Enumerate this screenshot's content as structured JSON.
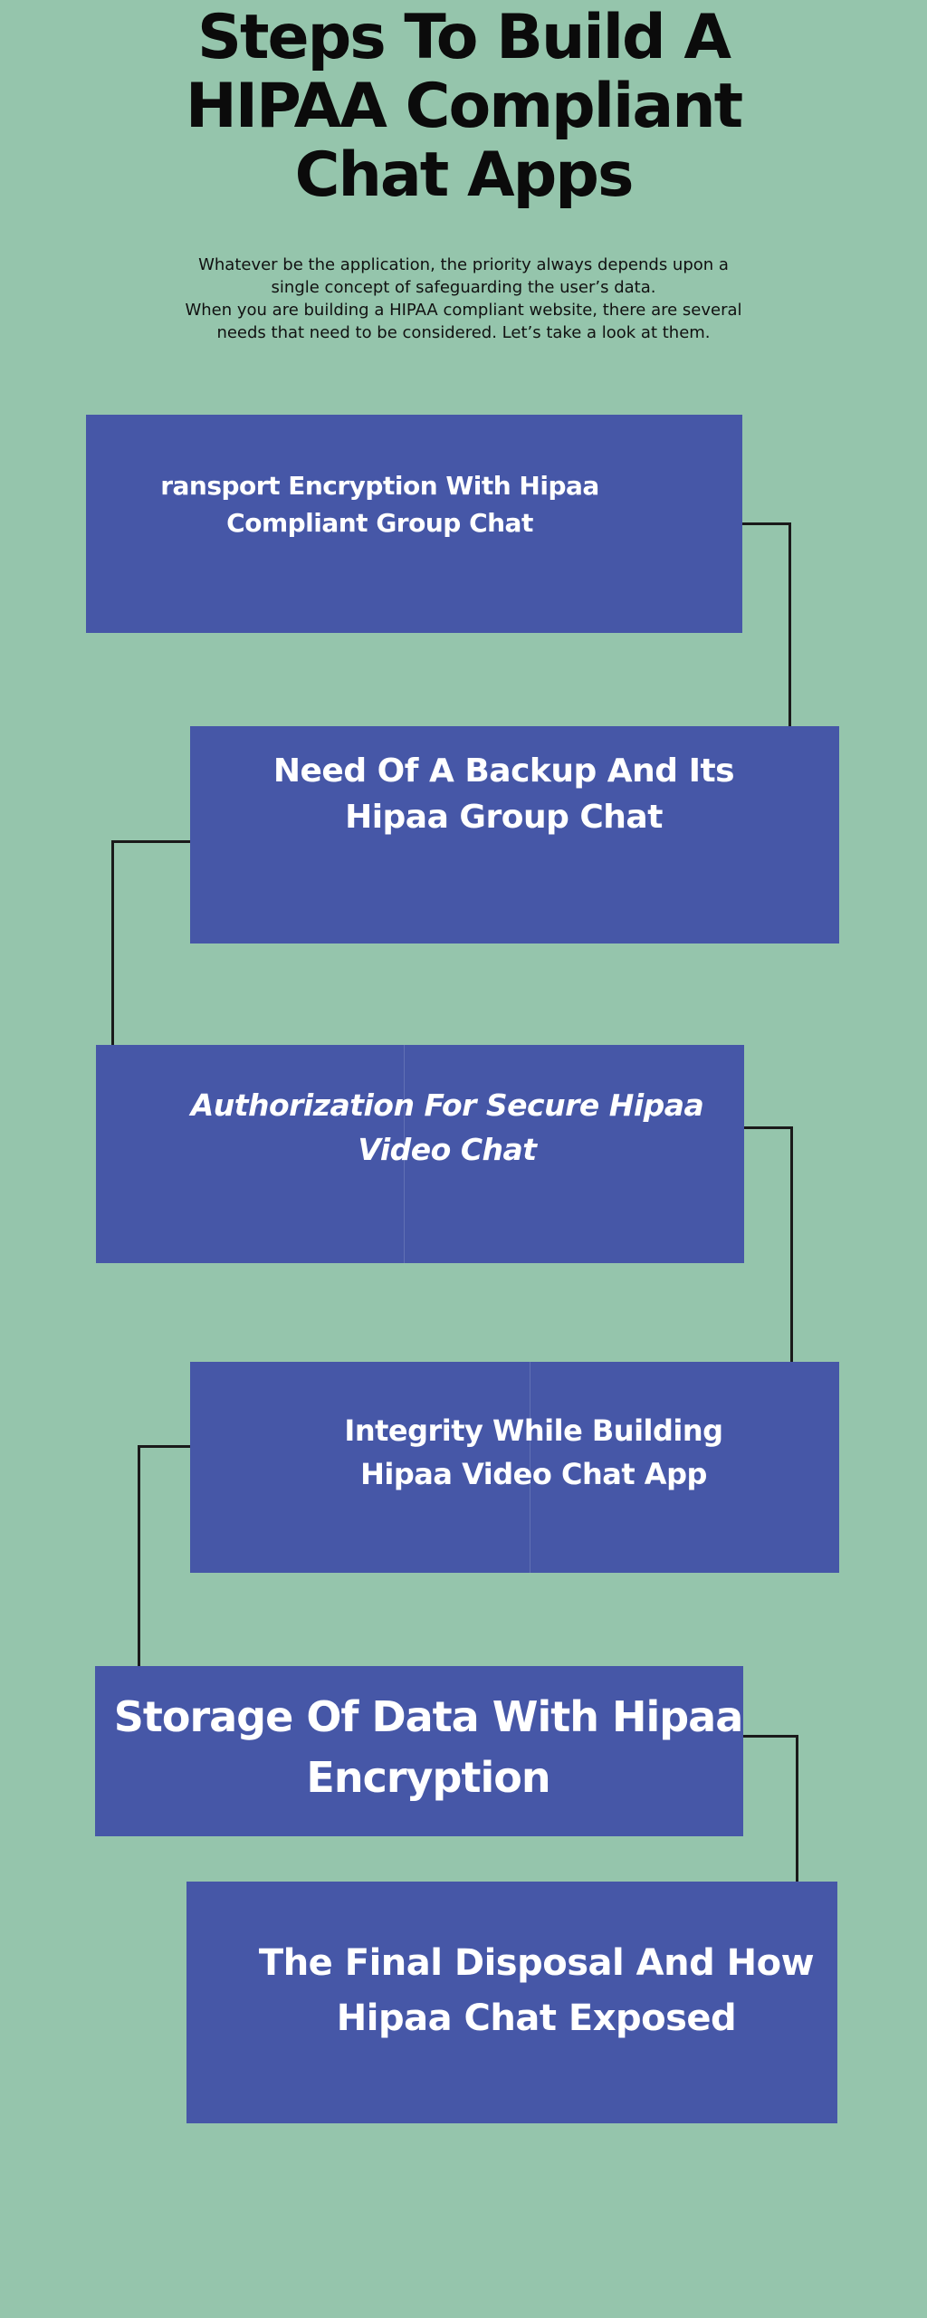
{
  "title": {
    "lines": [
      "Steps To Build A",
      "HIPAA Compliant",
      "Chat Apps"
    ]
  },
  "intro": {
    "lines": [
      "Whatever be the application, the priority always depends upon a",
      "single concept of safeguarding the user’s data.",
      "When you are building a HIPAA compliant website, there are several",
      "needs that need to be considered. Let’s take a look at them."
    ]
  },
  "steps": [
    {
      "lines": [
        "ransport Encryption With Hipaa",
        "Compliant Group Chat"
      ]
    },
    {
      "lines": [
        "Need Of A Backup And Its",
        "Hipaa Group Chat"
      ]
    },
    {
      "lines": [
        "Authorization For Secure Hipaa",
        "Video Chat"
      ]
    },
    {
      "lines": [
        "Integrity While Building",
        "Hipaa Video Chat App"
      ]
    },
    {
      "lines": [
        "Storage Of Data With Hipaa",
        "Encryption"
      ]
    },
    {
      "lines": [
        "The Final Disposal And How",
        "Hipaa Chat Exposed"
      ]
    }
  ],
  "colors": {
    "background": "#95c5ac",
    "box": "#4657a7",
    "box_text": "#ffffff",
    "connector": "#1a1a1a",
    "title_text": "#0b0b0b"
  }
}
